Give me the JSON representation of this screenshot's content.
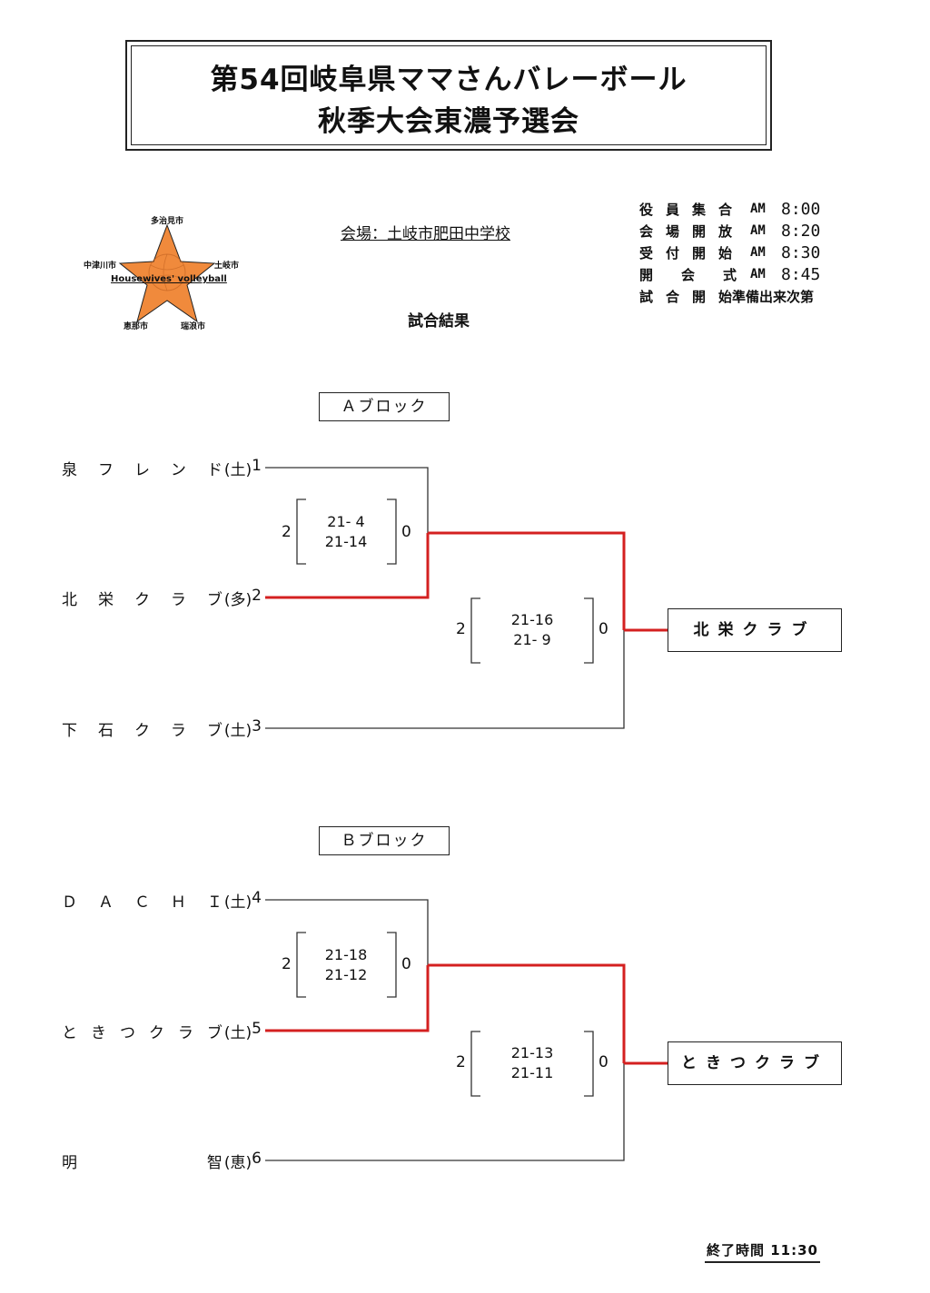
{
  "title": {
    "line1": "第54回岐阜県ママさんバレーボール",
    "line2": "秋季大会東濃予選会"
  },
  "logo": {
    "top": "多治見市",
    "left": "中津川市",
    "right": "土岐市",
    "center": "Housewives' volleyball",
    "bottom_left": "恵那市",
    "bottom_right": "瑞浪市",
    "star_color": "#F08A3C"
  },
  "venue": "会場：土岐市肥田中学校",
  "results_heading": "試合結果",
  "schedule": [
    {
      "label": "役員集合",
      "am": "AM",
      "time": "8:00"
    },
    {
      "label": "会場開放",
      "am": "AM",
      "time": "8:20"
    },
    {
      "label": "受付開始",
      "am": "AM",
      "time": "8:30"
    },
    {
      "label": "開会式",
      "am": "AM",
      "time": "8:45"
    },
    {
      "label": "試合開始",
      "am": "",
      "time": "準備出来次第"
    }
  ],
  "colors": {
    "win_line": "#D42020",
    "line": "#333333"
  },
  "blocks": [
    {
      "label": "Ａブロック",
      "teams": [
        {
          "name": "泉フレンド",
          "suffix": "(土)",
          "seed": "1"
        },
        {
          "name": "北栄クラブ",
          "suffix": "(多)",
          "seed": "2"
        },
        {
          "name": "下石クラブ",
          "suffix": "(土)",
          "seed": "3"
        }
      ],
      "match1": {
        "win": "2",
        "lose": "0",
        "set1": "21- 4",
        "set2": "21-14"
      },
      "match2": {
        "win": "2",
        "lose": "0",
        "set1": "21-16",
        "set2": "21- 9"
      },
      "winner": "北栄クラブ"
    },
    {
      "label": "Ｂブロック",
      "teams": [
        {
          "name": "ＤＡＣＨＩ",
          "suffix": "(土)",
          "seed": "4"
        },
        {
          "name": "ときつクラブ",
          "suffix": "(土)",
          "seed": "5"
        },
        {
          "name": "明智",
          "suffix": "(恵)",
          "seed": "6"
        }
      ],
      "match1": {
        "win": "2",
        "lose": "0",
        "set1": "21-18",
        "set2": "21-12"
      },
      "match2": {
        "win": "2",
        "lose": "0",
        "set1": "21-13",
        "set2": "21-11"
      },
      "winner": "ときつクラブ"
    }
  ],
  "end_time": "終了時間 11:30"
}
